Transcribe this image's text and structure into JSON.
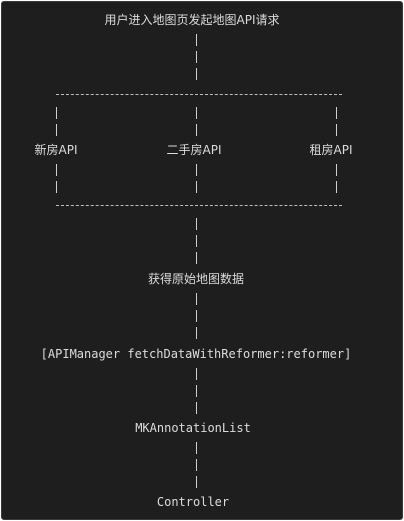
{
  "diagram": {
    "title": "用户进入地图页发起地图API请求",
    "branches": [
      "新房API",
      "二手房API",
      "租房API"
    ],
    "step_raw": "获得原始地图数据",
    "step_call": "[APIManager fetchDataWithReformer:reformer]",
    "step_list": "MKAnnotationList",
    "step_end": "Controller"
  }
}
